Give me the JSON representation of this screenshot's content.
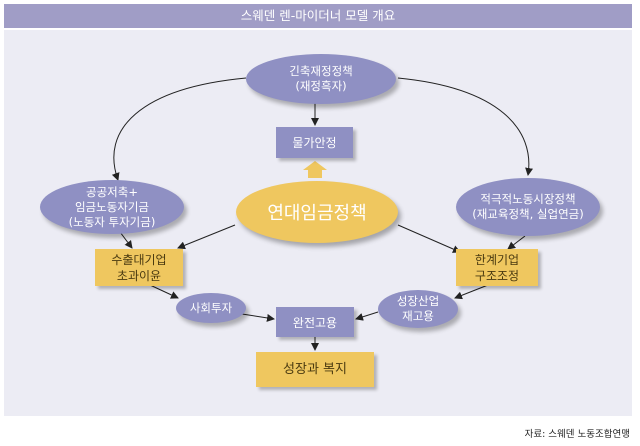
{
  "title": "스웨덴 렌-마이더너 모델 개요",
  "nodes": {
    "austerity": "긴축재정정책\n(재정흑자)",
    "price_stability": "물가안정",
    "public_savings": "공공저축+\n임금노동자기금\n(노동자 투자기금)",
    "active_labor": "적극적노동시장정책\n(재교육정책, 실업연금)",
    "solidarity_wage": "연대임금정책",
    "export_firms": "수출대기업\n초과이윤",
    "marginal_firms": "한계기업\n구조조정",
    "social_investment": "사회투자",
    "growth_industry": "성장산업\n재고용",
    "full_employment": "완전고용",
    "growth_welfare": "성장과 복지"
  },
  "source": "자료: 스웨덴 노동조합연맹",
  "colors": {
    "title_bar": "#a09dc6",
    "panel": "#ececf4",
    "purple": "#8f90c3",
    "gold": "#efc75f"
  }
}
